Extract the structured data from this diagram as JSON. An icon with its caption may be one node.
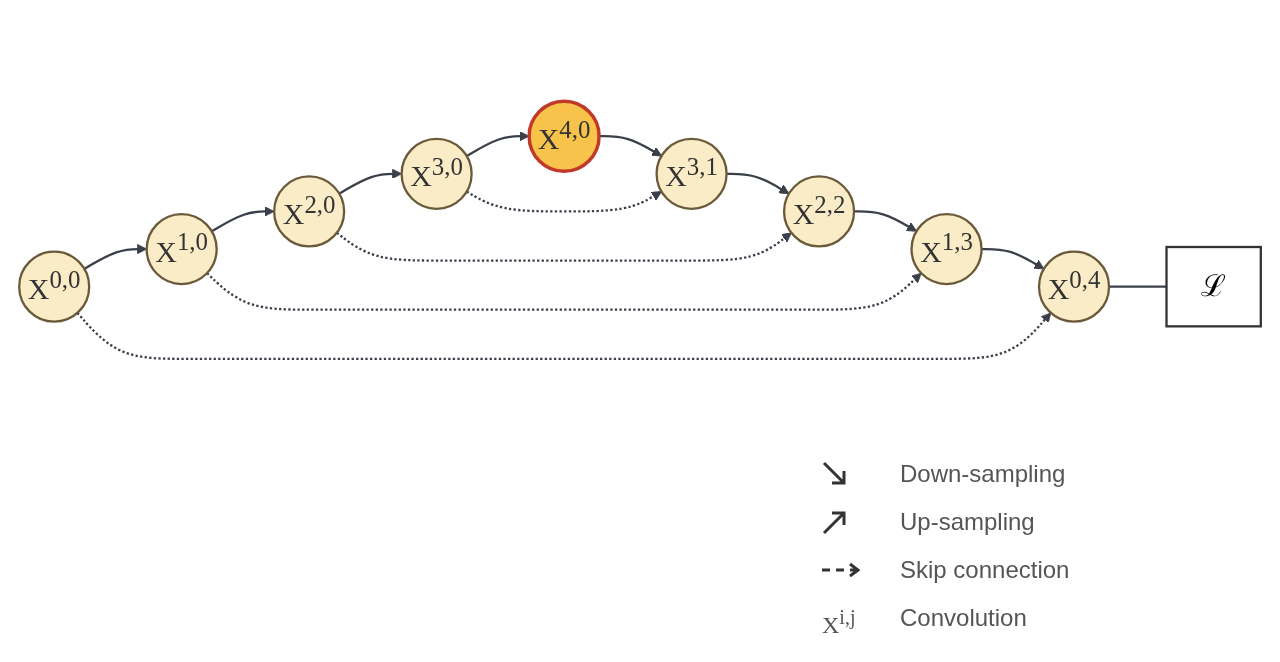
{
  "diagram": {
    "nodes": [
      {
        "text": [
          "X$^{0,0}$"
        ]
      },
      {
        "text": [
          "X$^{1,0}$"
        ]
      },
      {
        "text": [
          "X$^{2,0}$"
        ]
      },
      {
        "text": [
          "X$^{3,0}$"
        ]
      },
      {
        "text": [
          "X$^{4,0}$"
        ]
      },
      {
        "text": [
          "X$^{3,1}$"
        ]
      },
      {
        "text": [
          "X$^{2,2}$"
        ]
      },
      {
        "text": [
          "X$^{1,3}$"
        ]
      },
      {
        "text": [
          "X$^{0,4}$"
        ]
      },
      {
        "text": [
          "ℒ"
        ]
      }
    ],
    "edges": [
      {
        "from": 0,
        "to": 1,
        "arrow": "to"
      },
      {
        "from": 1,
        "to": 2,
        "arrow": "to"
      },
      {
        "from": 2,
        "to": 3,
        "arrow": "to"
      },
      {
        "from": 3,
        "to": 4,
        "arrow": "to"
      },
      {
        "from": 4,
        "to": 5,
        "arrow": "to"
      },
      {
        "from": 5,
        "to": 6,
        "arrow": "to"
      },
      {
        "from": 6,
        "to": 7,
        "arrow": "to"
      },
      {
        "from": 7,
        "to": 8,
        "arrow": "to"
      },
      {
        "from": 0,
        "to": 8,
        "arrow": "to",
        "style": "dashed"
      },
      {
        "from": 1,
        "to": 7,
        "arrow": "to",
        "style": "dashed"
      },
      {
        "from": 2,
        "to": 6,
        "arrow": "to",
        "style": "dashed"
      },
      {
        "from": 3,
        "to": 5,
        "arrow": "to",
        "style": "dashed"
      },
      {
        "from": 8,
        "to": 9,
        "arrow": "none"
      }
    ],
    "labels": [
      "X$^{i,j}$"
    ],
    "legend": [
      {
        "text": "Down-sampling"
      },
      {
        "text": "Up-sampling"
      },
      {
        "text": "Skip connection"
      },
      {
        "text": "Convolution"
      }
    ]
  }
}
